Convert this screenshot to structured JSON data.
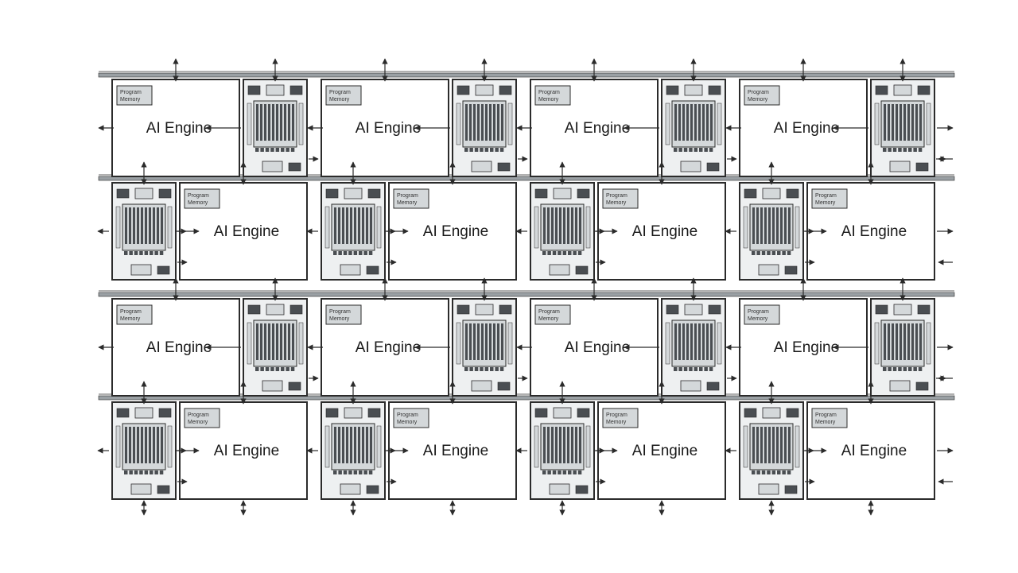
{
  "diagram": {
    "rows": 4,
    "cols": 4,
    "engine_label": "AI Engine",
    "program_memory_label": [
      "Program",
      "Memory"
    ],
    "colors": {
      "line": "#2b2b2b",
      "tile_bg": "#ffffff",
      "memory_bg": "#d4d8da",
      "memory_dark": "#4a4e52",
      "bus": "#9aa0a4"
    }
  }
}
